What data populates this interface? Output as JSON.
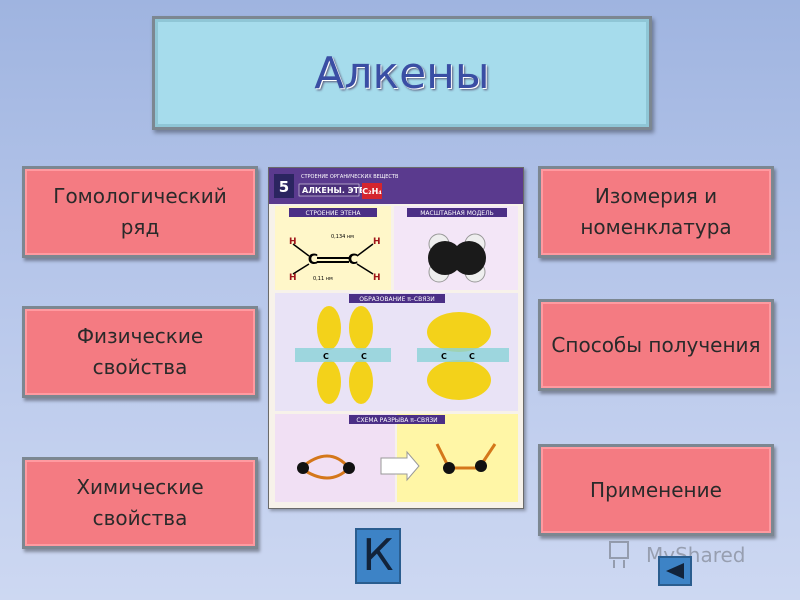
{
  "title": "Алкены",
  "buttons": {
    "homolog": "Гомологический ряд",
    "physical": "Физические свойства",
    "chemical": "Химические свойства",
    "isomerism": "Изомерия и номенклатура",
    "methods": "Способы получения",
    "application": "Применение"
  },
  "poster": {
    "number": "5",
    "header": "СТРОЕНИЕ ОРГАНИЧЕСКИХ ВЕЩЕСТВ",
    "subtitle": "АЛКЕНЫ. ЭТЕН",
    "formula": "C₂H₄",
    "section1": "СТРОЕНИЕ ЭТЕНА",
    "section2": "МАСШТАБНАЯ МОДЕЛЬ",
    "section3": "ОБРАЗОВАНИЕ π–СВЯЗИ",
    "section4": "СХЕМА РАЗРЫВА π–СВЯЗИ",
    "bond_length_cc": "0,134 нм",
    "bond_length_ch": "0,11 нм",
    "atom_c": "C",
    "atom_h": "H"
  },
  "nav": {
    "k_label": "К"
  },
  "watermark": "MyShared",
  "colors": {
    "title_bg": "#a6dcec",
    "title_text": "#3a4ea4",
    "button_bg": "#f47b82",
    "nav_blue": "#3d83c6",
    "poster_band": "#5a3a8e"
  }
}
